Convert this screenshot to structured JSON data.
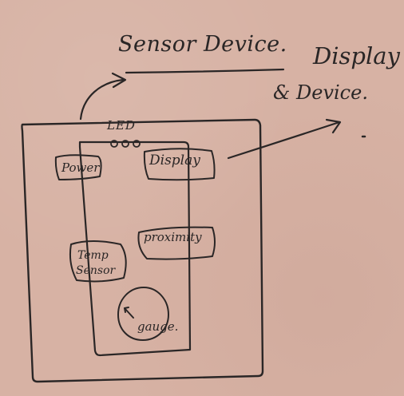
{
  "diagram": {
    "title": "Sensor Device.",
    "display_device_line1": "Display",
    "display_device_line2": "& Device.",
    "led": "LED",
    "power": "Power",
    "display": "Display",
    "proximity": "proximity",
    "temp_line1": "Temp",
    "temp_line2": "Sensor",
    "gauge": "gauge."
  }
}
